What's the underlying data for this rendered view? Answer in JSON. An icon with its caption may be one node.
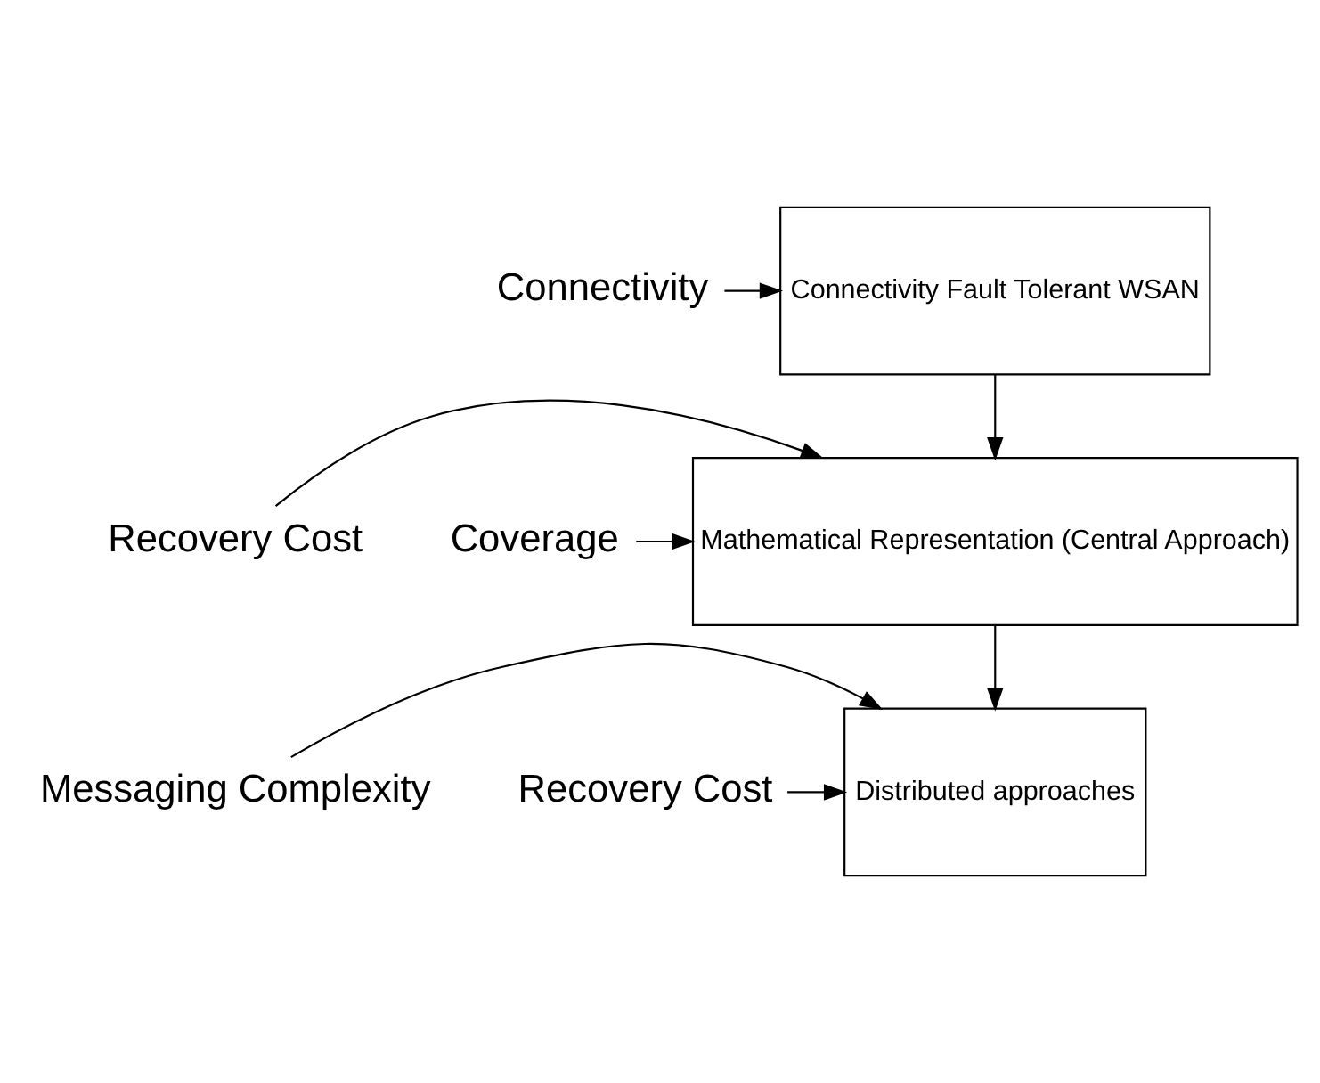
{
  "diagram": {
    "nodes": [
      {
        "text": [
          "Connectivity Fault Tolerant WSAN"
        ]
      },
      {
        "text": [
          "Mathematical Representation (Central Approach)"
        ]
      },
      {
        "text": [
          "Distributed approaches"
        ]
      },
      {
        "text": [
          "Connectivity"
        ]
      },
      {
        "text": [
          "Recovery Cost"
        ]
      },
      {
        "text": [
          "Coverage"
        ]
      },
      {
        "text": [
          "Messaging Complexity"
        ]
      },
      {
        "text": [
          "Recovery Cost"
        ]
      }
    ],
    "edges": [
      {
        "from": 3,
        "to": 0,
        "arrow": "to"
      },
      {
        "from": 0,
        "to": 1,
        "arrow": "to"
      },
      {
        "from": 4,
        "to": 1,
        "arrow": "to"
      },
      {
        "from": 5,
        "to": 1,
        "arrow": "to"
      },
      {
        "from": 1,
        "to": 2,
        "arrow": "to"
      },
      {
        "from": 6,
        "to": 2,
        "arrow": "to"
      },
      {
        "from": 7,
        "to": 2,
        "arrow": "to"
      }
    ]
  }
}
